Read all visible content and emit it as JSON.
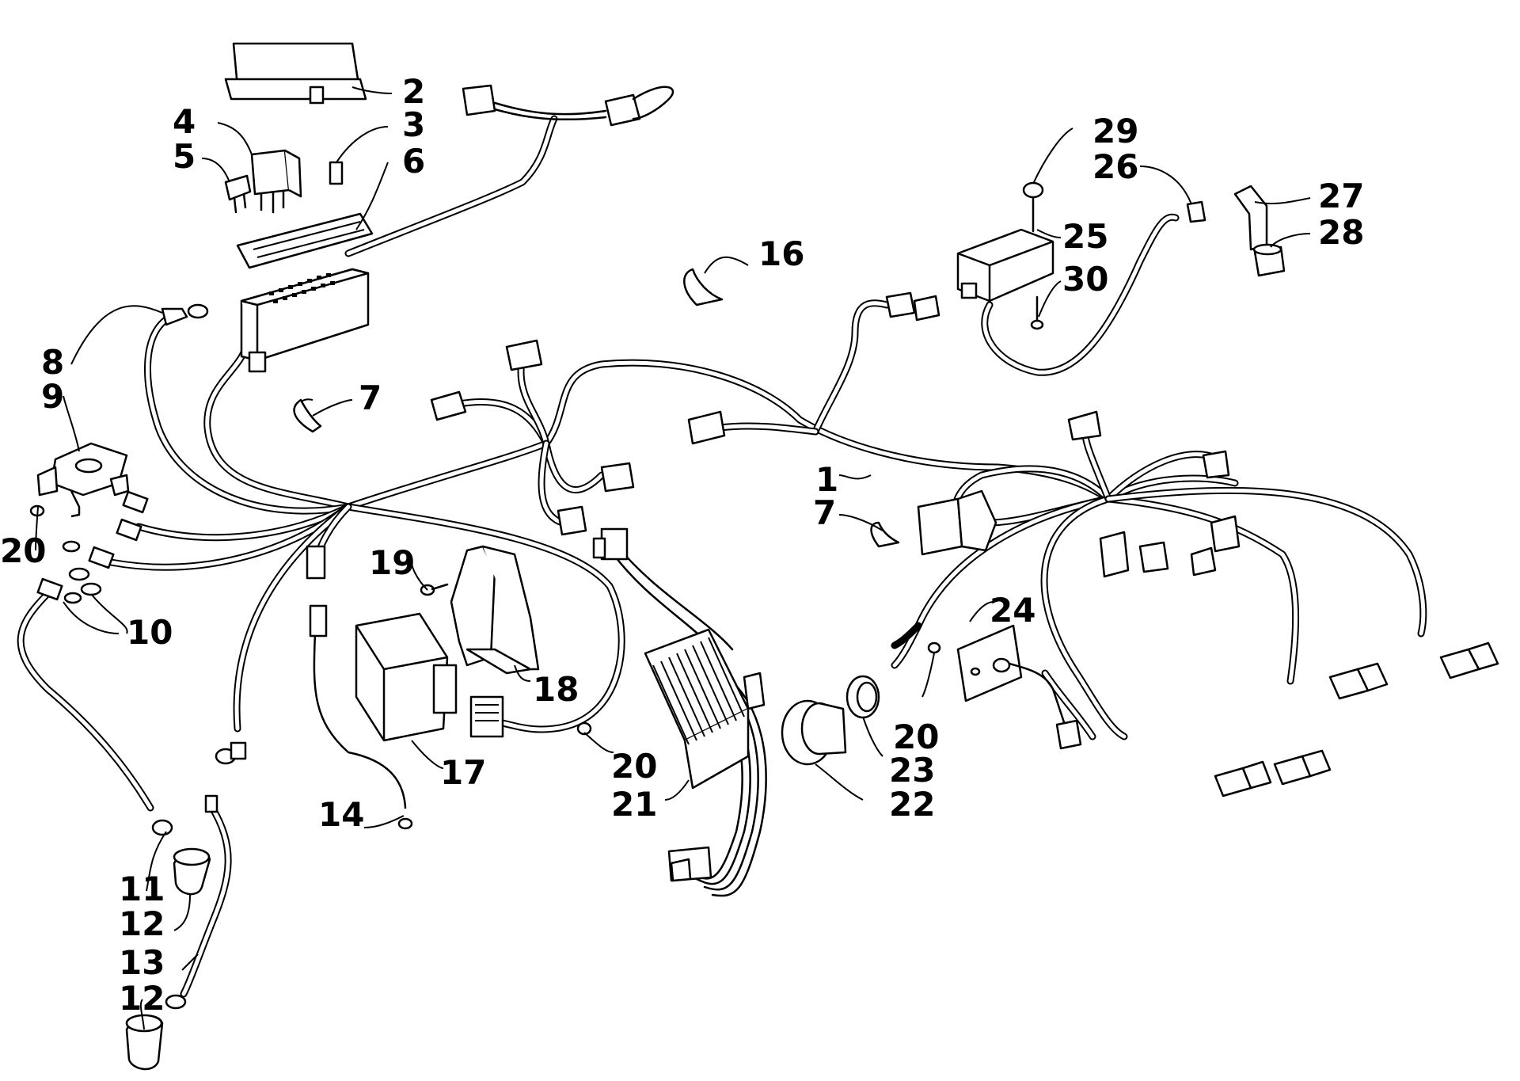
{
  "diagram": {
    "callouts": [
      {
        "id": "c1",
        "text": "1"
      },
      {
        "id": "c2",
        "text": "2"
      },
      {
        "id": "c3",
        "text": "3"
      },
      {
        "id": "c4",
        "text": "4"
      },
      {
        "id": "c5",
        "text": "5"
      },
      {
        "id": "c6",
        "text": "6"
      },
      {
        "id": "c7a",
        "text": "7"
      },
      {
        "id": "c7b",
        "text": "7"
      },
      {
        "id": "c8",
        "text": "8"
      },
      {
        "id": "c9",
        "text": "9"
      },
      {
        "id": "c10",
        "text": "10"
      },
      {
        "id": "c11",
        "text": "11"
      },
      {
        "id": "c12a",
        "text": "12"
      },
      {
        "id": "c12b",
        "text": "12"
      },
      {
        "id": "c13",
        "text": "13"
      },
      {
        "id": "c14",
        "text": "14"
      },
      {
        "id": "c16",
        "text": "16"
      },
      {
        "id": "c17",
        "text": "17"
      },
      {
        "id": "c18",
        "text": "18"
      },
      {
        "id": "c19",
        "text": "19"
      },
      {
        "id": "c20a",
        "text": "20"
      },
      {
        "id": "c20b",
        "text": "20"
      },
      {
        "id": "c20c",
        "text": "20"
      },
      {
        "id": "c21",
        "text": "21"
      },
      {
        "id": "c22",
        "text": "22"
      },
      {
        "id": "c23",
        "text": "23"
      },
      {
        "id": "c24",
        "text": "24"
      },
      {
        "id": "c25",
        "text": "25"
      },
      {
        "id": "c26",
        "text": "26"
      },
      {
        "id": "c27",
        "text": "27"
      },
      {
        "id": "c28",
        "text": "28"
      },
      {
        "id": "c29",
        "text": "29"
      },
      {
        "id": "c30",
        "text": "30"
      }
    ]
  }
}
